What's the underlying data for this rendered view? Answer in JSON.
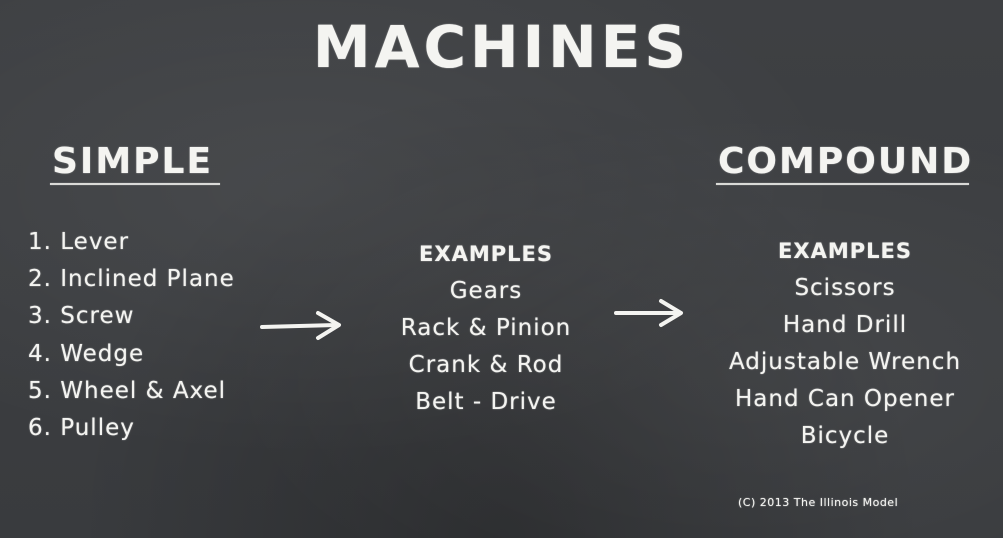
{
  "title": "MACHINES",
  "simple": {
    "heading": "SIMPLE",
    "items": [
      "1. Lever",
      "2. Inclined Plane",
      "3. Screw",
      "4. Wedge",
      "5. Wheel & Axel",
      "6. Pulley"
    ]
  },
  "middle": {
    "heading": "EXAMPLES",
    "items": [
      "Gears",
      "Rack & Pinion",
      "Crank & Rod",
      "Belt - Drive"
    ]
  },
  "compound": {
    "heading": "COMPOUND",
    "examples_heading": "EXAMPLES",
    "items": [
      "Scissors",
      "Hand Drill",
      "Adjustable Wrench",
      "Hand Can Opener",
      "Bicycle"
    ]
  },
  "footer": "(C) 2013 The Illinois Model",
  "colors": {
    "board": "#3b3d40",
    "chalk": "#f4f4f1"
  }
}
